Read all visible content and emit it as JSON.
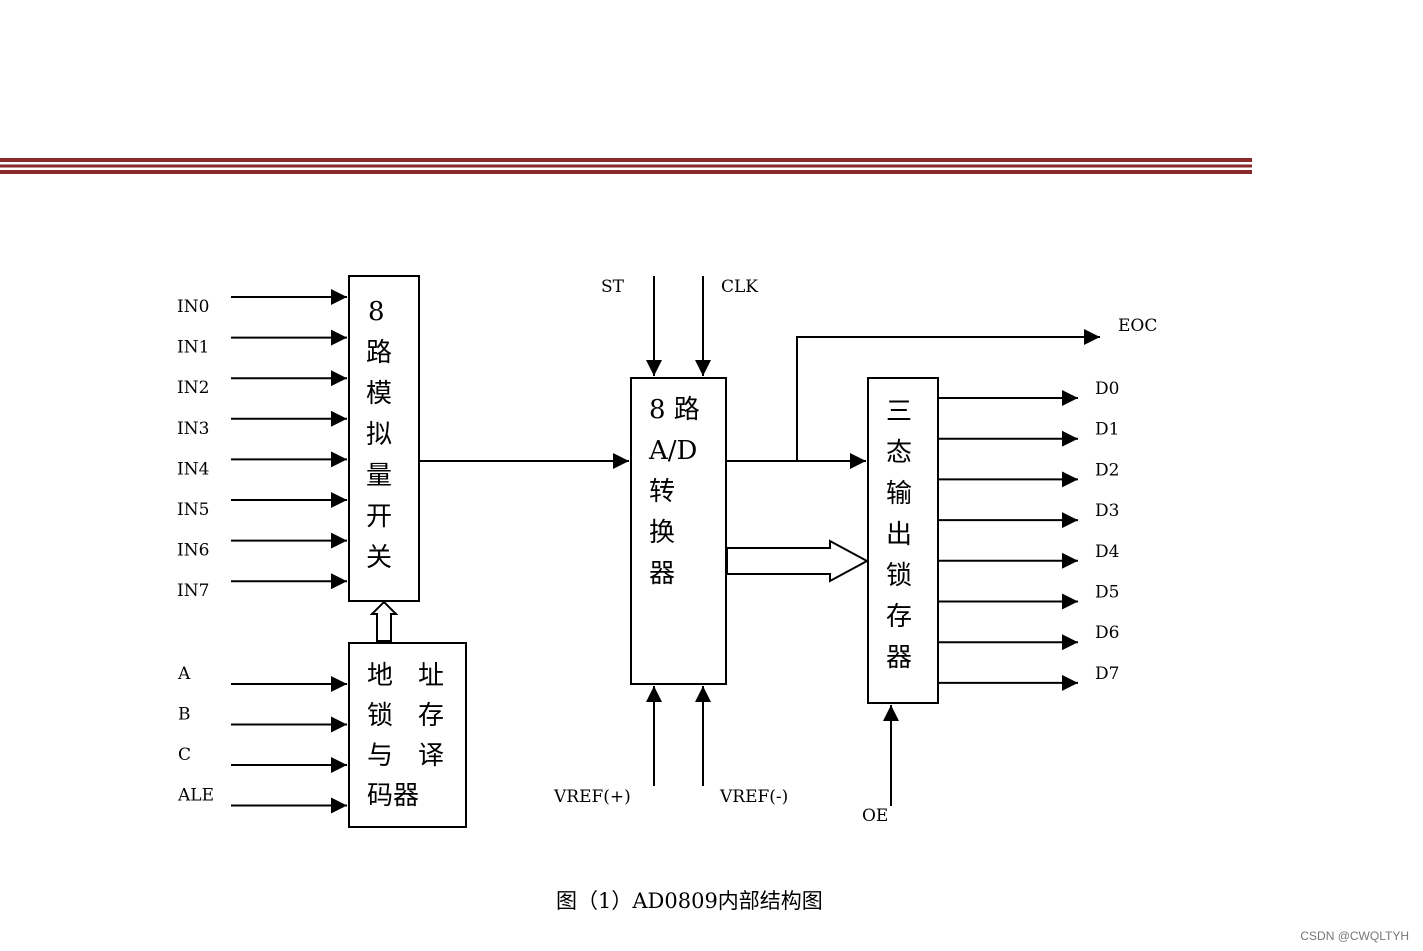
{
  "analog_inputs": [
    "IN0",
    "IN1",
    "IN2",
    "IN3",
    "IN4",
    "IN5",
    "IN6",
    "IN7"
  ],
  "address_inputs": [
    "A",
    "B",
    "C",
    "ALE"
  ],
  "data_outputs": [
    "D0",
    "D1",
    "D2",
    "D3",
    "D4",
    "D5",
    "D6",
    "D7"
  ],
  "signals": {
    "start": "ST",
    "clock": "CLK",
    "end_of_conversion": "EOC",
    "vref_plus": "VREF(+)",
    "vref_minus": "VREF(-)",
    "output_enable": "OE"
  },
  "blocks": {
    "mux": [
      "8",
      "路",
      "模",
      "拟",
      "量",
      "开",
      "关"
    ],
    "latch": {
      "left": [
        "地",
        "锁",
        "与",
        "码器"
      ],
      "right": [
        "址",
        "存",
        "译"
      ]
    },
    "adc": [
      "8 路",
      "A/D",
      "转",
      "换",
      "器"
    ],
    "output_latch": [
      "三",
      "态",
      "输",
      "出",
      "锁",
      "存",
      "器"
    ]
  },
  "caption": "图（1）AD0809内部结构图",
  "watermark": "CSDN @CWQLTYH"
}
